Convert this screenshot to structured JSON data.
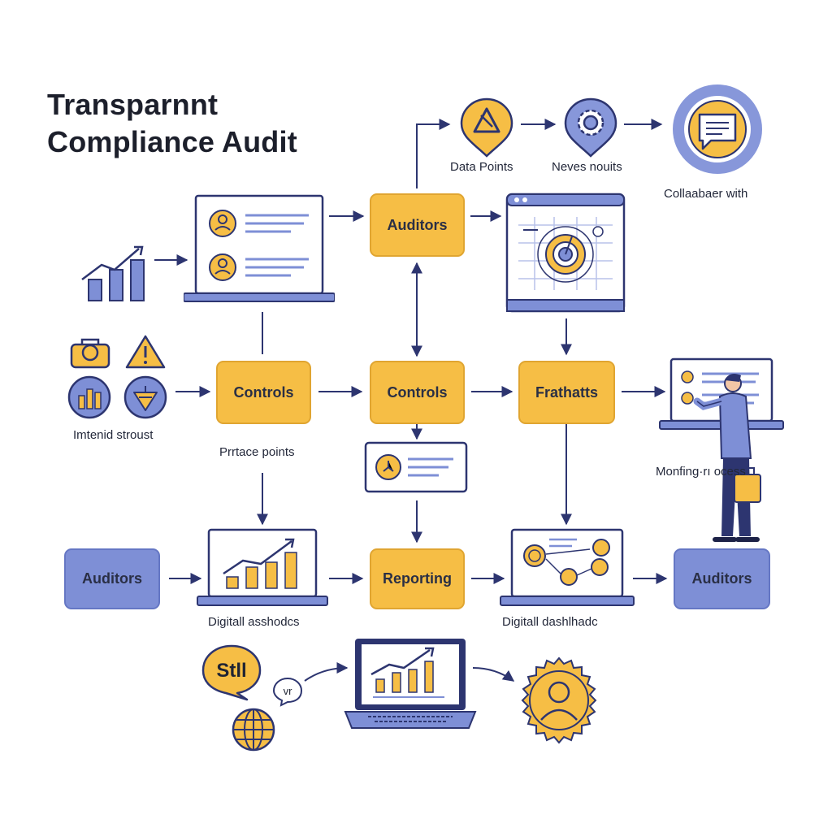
{
  "title": {
    "line1": "Transparnnt",
    "line2": "Compliance Audit"
  },
  "nodes": {
    "auditors_top": "Auditors",
    "controls_left": "Controls",
    "controls_center": "Controls",
    "frathatts": "Frathatts",
    "auditors_left": "Auditors",
    "reporting": "Reporting",
    "auditors_right": "Auditors"
  },
  "labels": {
    "data_points": "Data Points",
    "neves_nouits": "Neves nouits",
    "collaborate": "Collaabaer with",
    "internal_structure": "Imtenid stroust",
    "private_points": "Prrtace points",
    "monitoring": "Monfing·rı ocess",
    "dashboard_left": "Digitall asshodcs",
    "dashboard_right": "Digitall dashlhadc",
    "bubble_large": "Stll",
    "bubble_small": "vr"
  },
  "colors": {
    "accent_yellow": "#f6be45",
    "accent_blue": "#7e8fd6",
    "navy": "#2d3570"
  },
  "icons": [
    "warning-triangle-icon",
    "gear-icon",
    "chat-message-icon",
    "bar-chart-icon",
    "profile-card-icon",
    "target-map-icon",
    "toolbox-icon",
    "alert-icon",
    "bar-chart-icon",
    "compass-icon",
    "clock-note-icon",
    "presenter-person-icon",
    "growth-chart-icon",
    "network-nodes-icon",
    "globe-icon",
    "badge-avatar-icon"
  ]
}
